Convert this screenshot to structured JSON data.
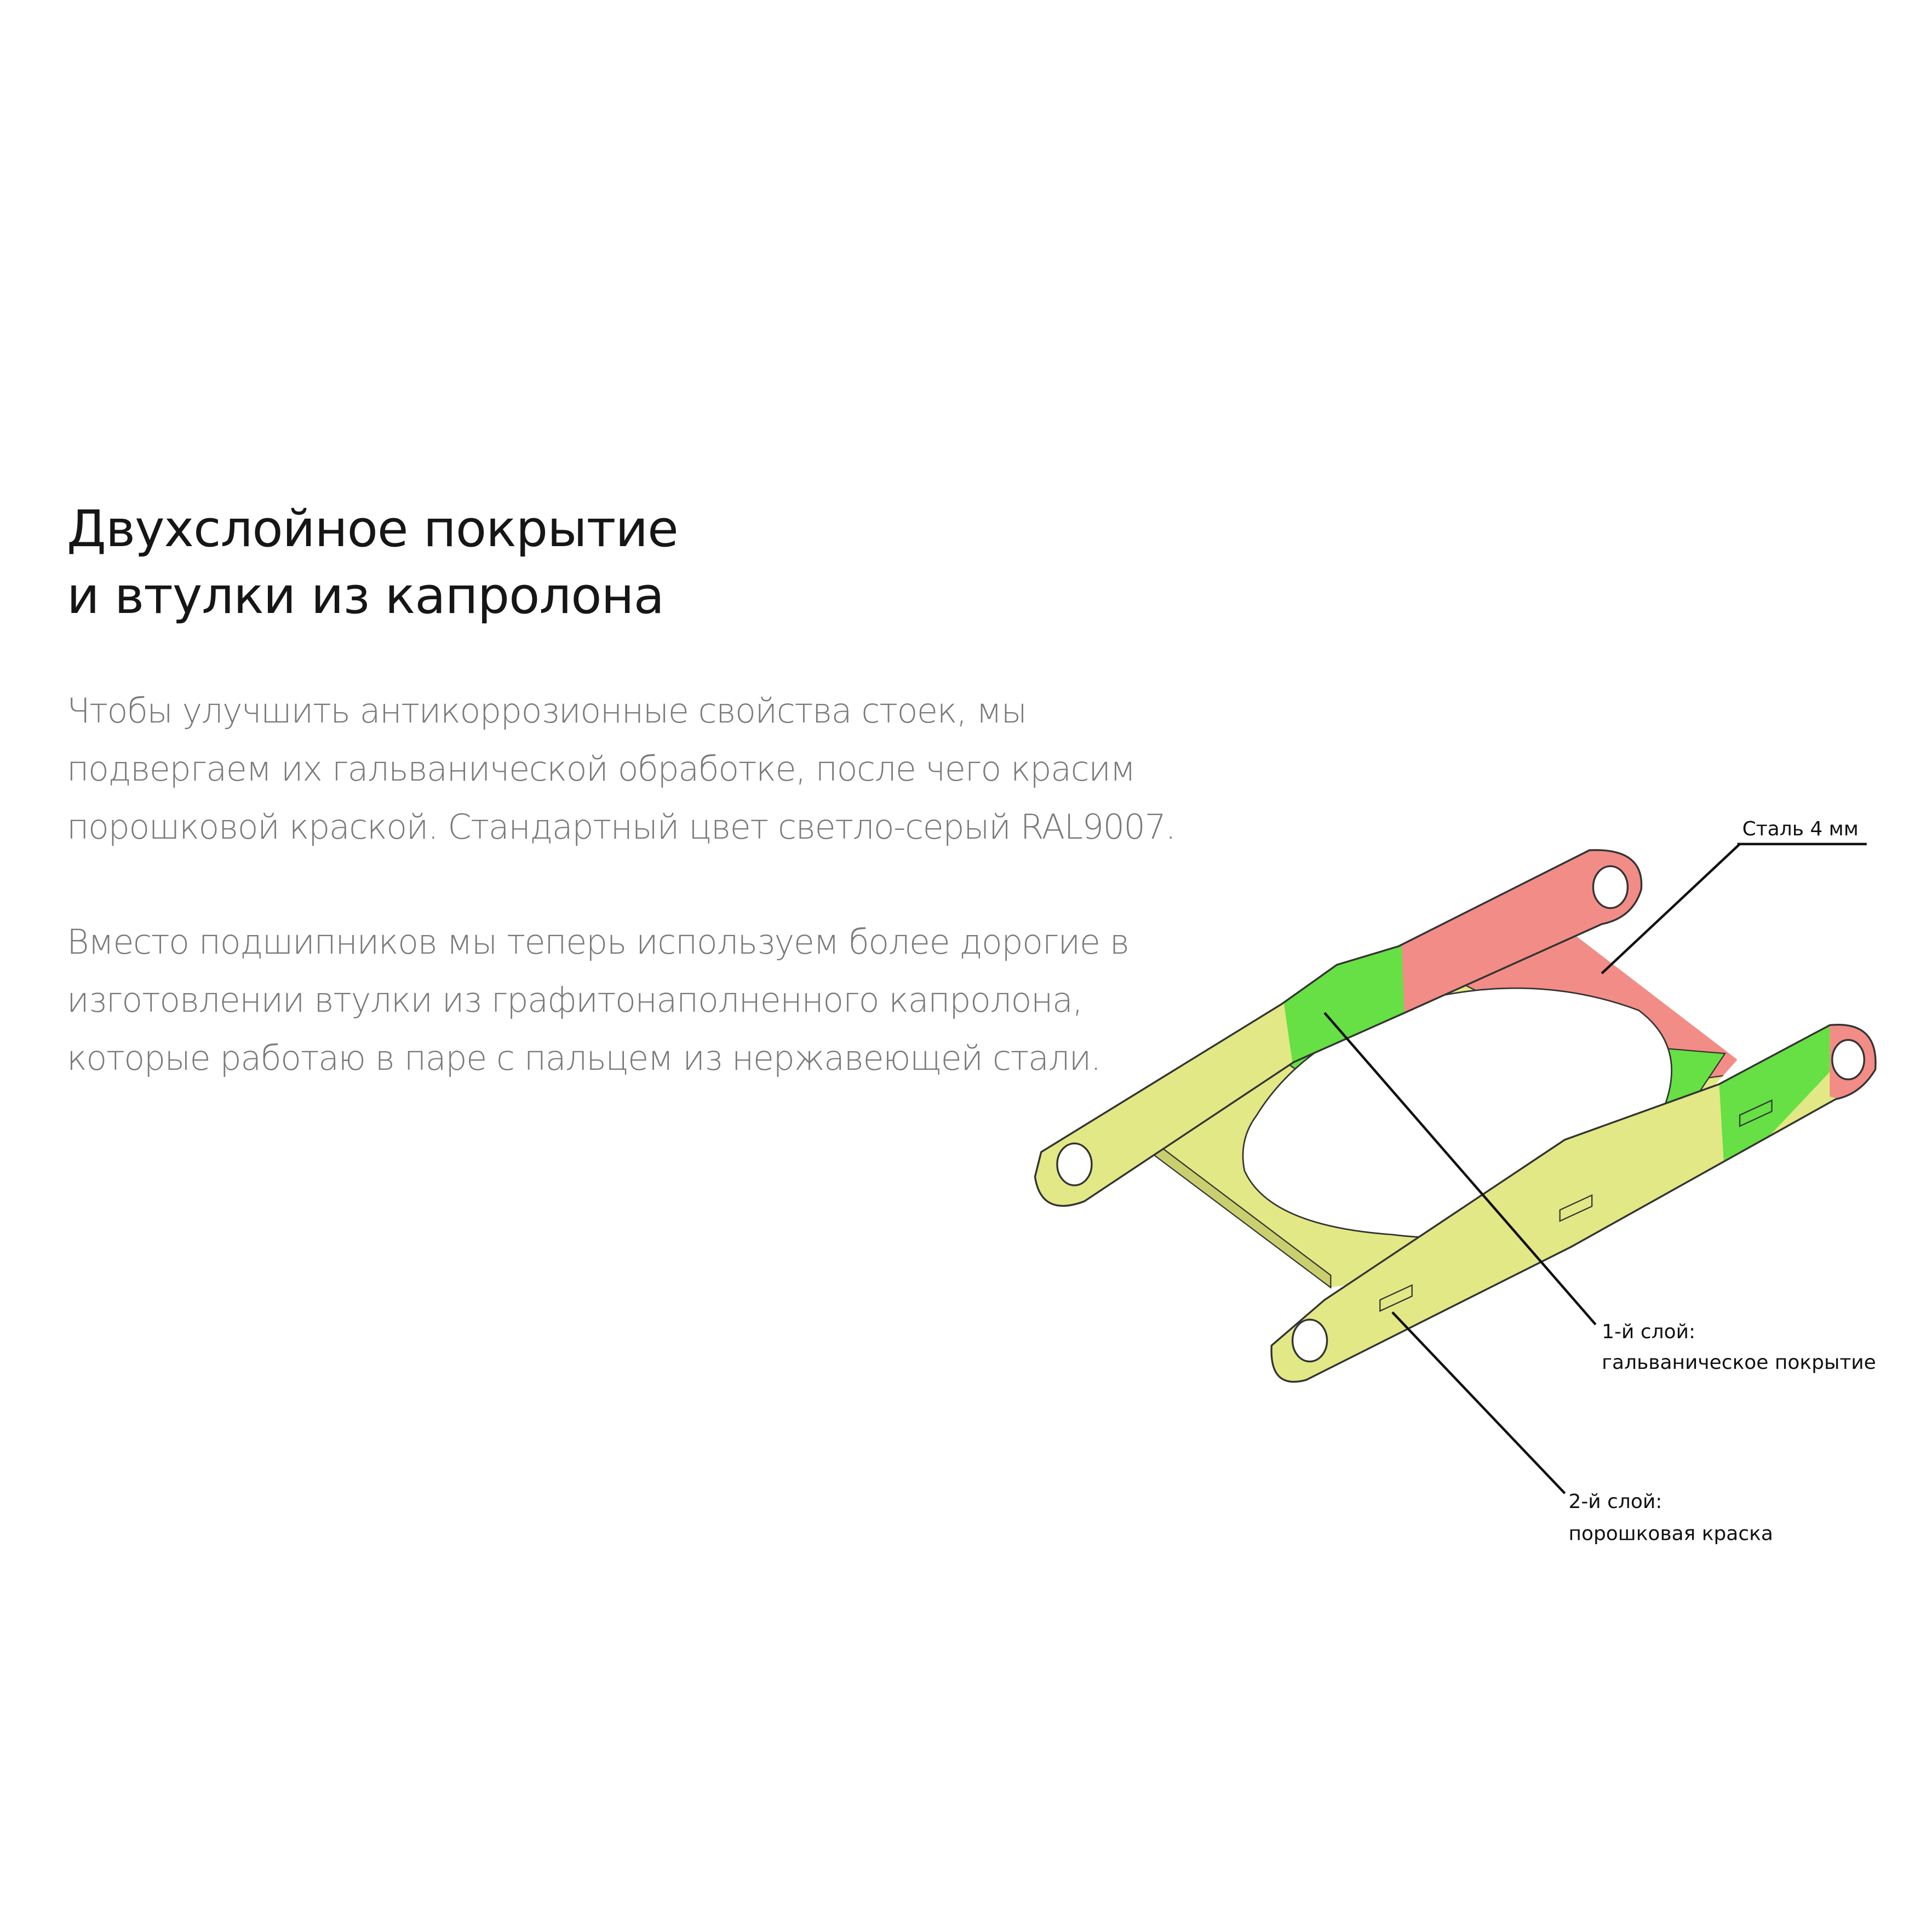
{
  "heading": {
    "line1": "Двухслойное покрытие",
    "line2": "и втулки из капролона"
  },
  "paragraph1": [
    "Чтобы улучшить антикоррозионные свойства стоек, мы",
    "подвергаем их гальванической обработке, после чего красим",
    "порошковой краской. Стандартный цвет светло-серый RAL9007."
  ],
  "paragraph2": [
    "Вместо подшипников мы теперь используем более дорогие в",
    "изготовлении втулки из графитонаполненного капролона,",
    "которые работаю в паре с пальцем из нержавеющей стали."
  ],
  "diagram": {
    "label_steel": "Сталь 4 мм",
    "label_layer1_title": "1-й слой:",
    "label_layer1_text": "гальваническое покрытие",
    "label_layer2_title": "2-й слой:",
    "label_layer2_text": "порошковая краска",
    "colors": {
      "powder": "#e2e885",
      "galvanic": "#66e044",
      "steel": "#f28c86",
      "outline": "#333333"
    }
  }
}
